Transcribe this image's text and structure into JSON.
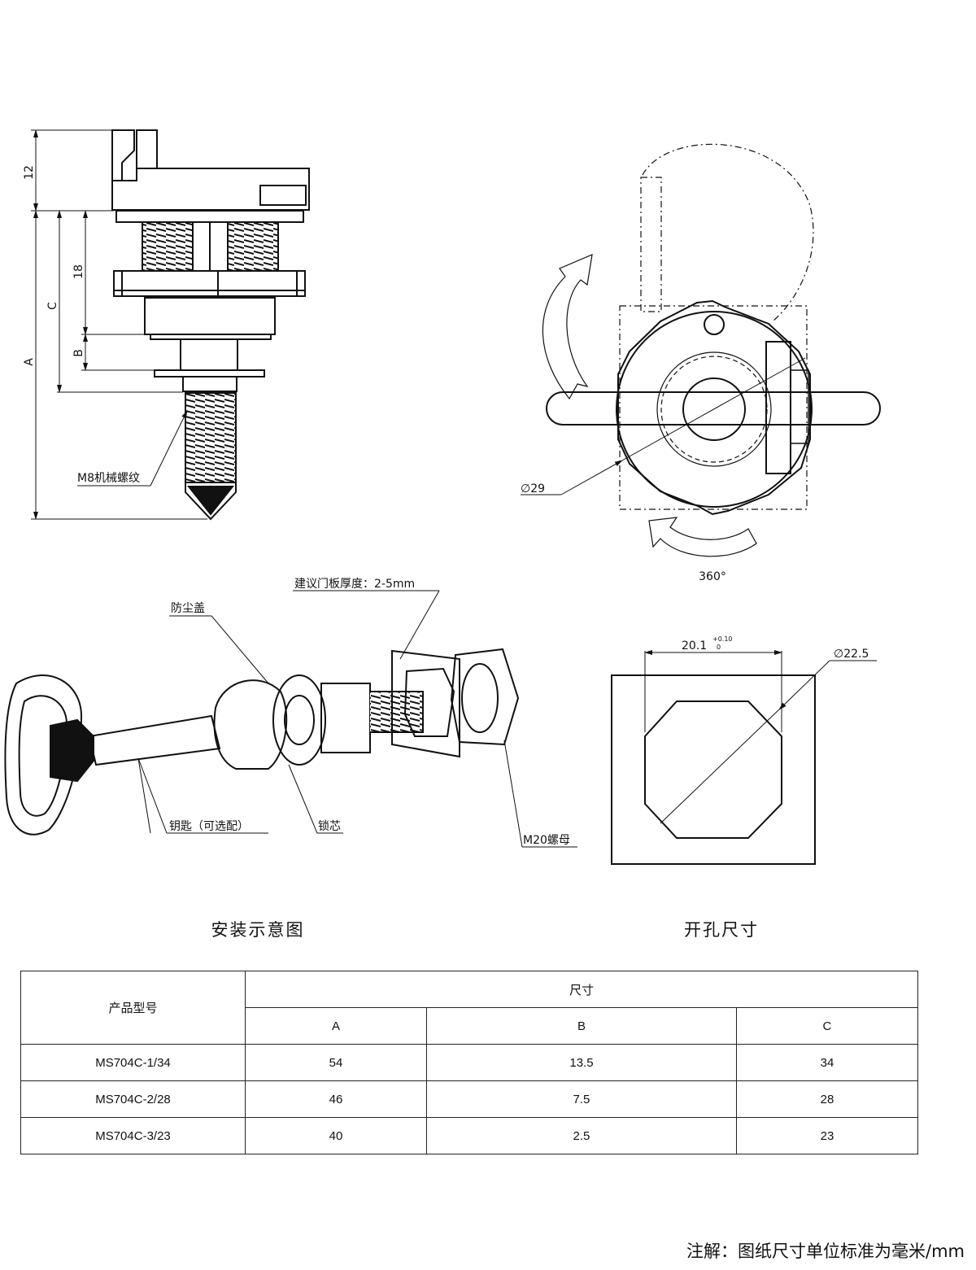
{
  "side_view": {
    "dim_12": "12",
    "dim_18": "18",
    "dim_A": "A",
    "dim_C": "C",
    "dim_B": "B",
    "thread_label": "M8机械螺纹"
  },
  "top_view": {
    "diameter_label": "∅29",
    "rotation_label": "360°"
  },
  "install": {
    "panel_thickness": "建议门板厚度：2-5mm",
    "dust_cover": "防尘盖",
    "key": "钥匙（可选配）",
    "lock_core": "锁芯",
    "nut": "M20螺母",
    "caption": "安装示意图"
  },
  "cutout": {
    "width": "20.1",
    "tol_upper": "+0.10",
    "tol_lower": "0",
    "diameter": "∅22.5",
    "caption": "开孔尺寸"
  },
  "table": {
    "model_header": "产品型号",
    "size_header": "尺寸",
    "columns": [
      "A",
      "B",
      "C"
    ],
    "rows": [
      {
        "model": "MS704C-1/34",
        "A": "54",
        "B": "13.5",
        "C": "34"
      },
      {
        "model": "MS704C-2/28",
        "A": "46",
        "B": "7.5",
        "C": "28"
      },
      {
        "model": "MS704C-3/23",
        "A": "40",
        "B": "2.5",
        "C": "23"
      }
    ]
  },
  "note": "注解：图纸尺寸单位标准为毫米/mm"
}
